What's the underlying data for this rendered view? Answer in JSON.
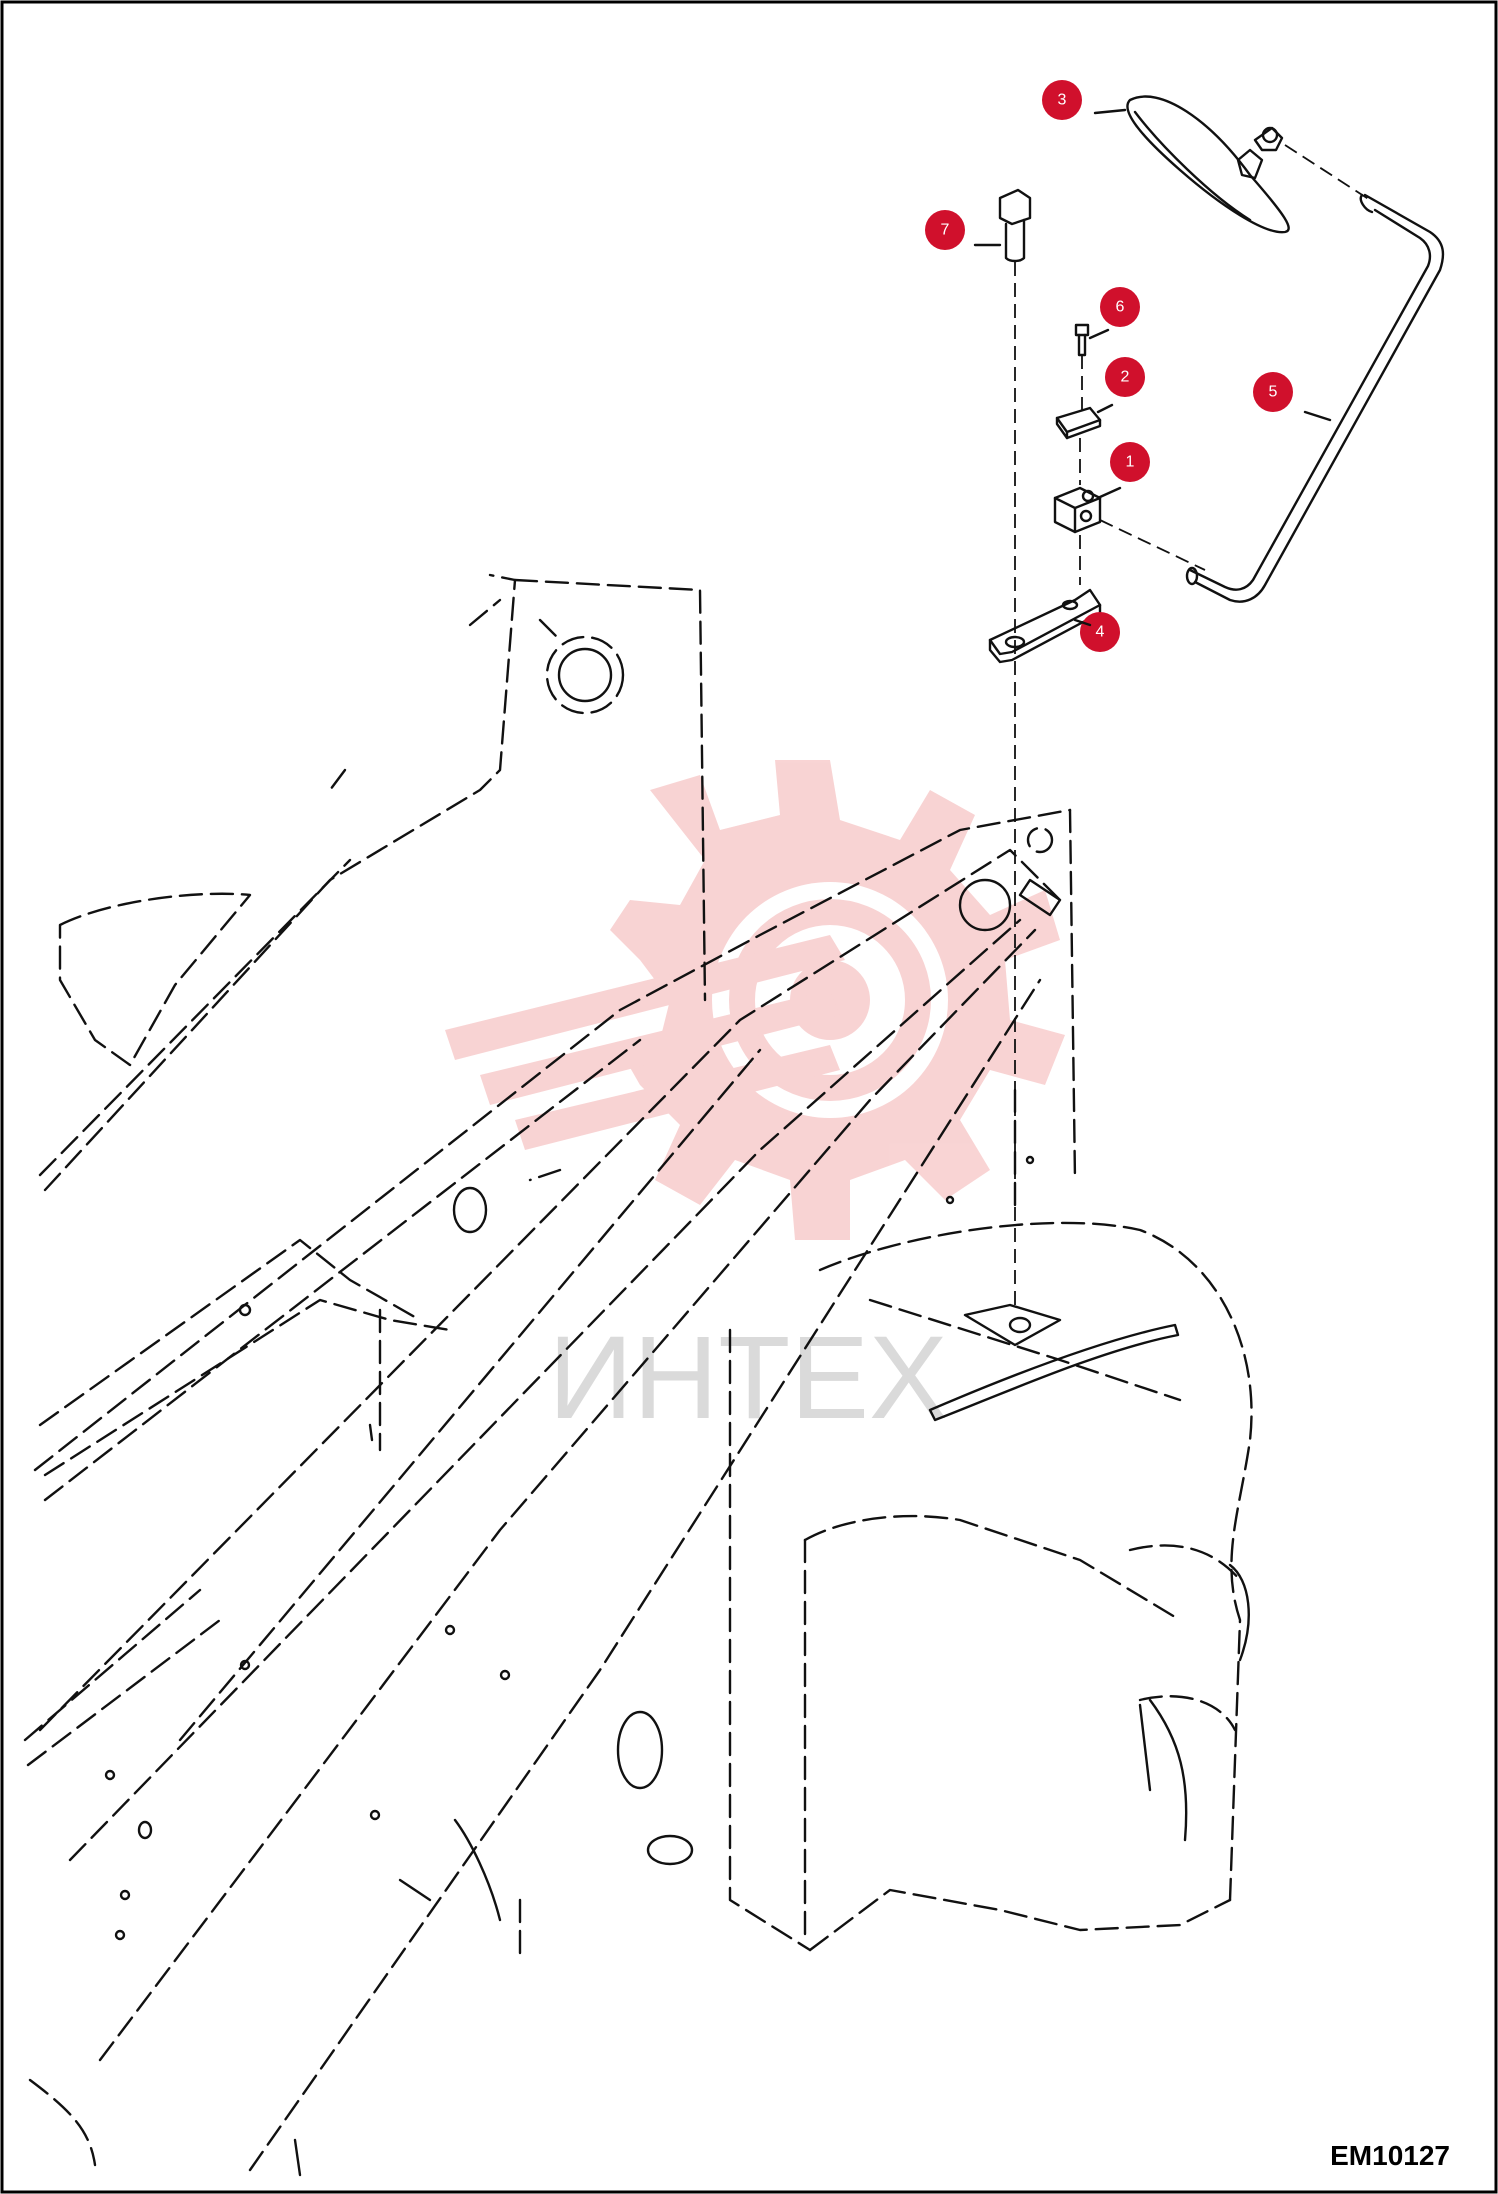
{
  "diagram": {
    "code": "EM10127",
    "watermark": "ИНТЕХ",
    "accent_color": "#d0102c",
    "watermark_color": "#f8cfcf",
    "callouts": [
      {
        "id": "1",
        "label": "1"
      },
      {
        "id": "2",
        "label": "2"
      },
      {
        "id": "3",
        "label": "3"
      },
      {
        "id": "4",
        "label": "4"
      },
      {
        "id": "5",
        "label": "5"
      },
      {
        "id": "6",
        "label": "6"
      },
      {
        "id": "7",
        "label": "7"
      }
    ]
  }
}
